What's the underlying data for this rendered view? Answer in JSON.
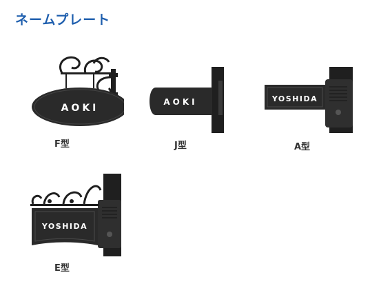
{
  "page": {
    "title": "ネームプレート"
  },
  "products": [
    {
      "caption": "F型",
      "plate_text": "AOKI"
    },
    {
      "caption": "J型",
      "plate_text": "AOKI"
    },
    {
      "caption": "A型",
      "plate_text": "YOSHIDA"
    },
    {
      "caption": "E型",
      "plate_text": "YOSHIDA"
    }
  ],
  "colors": {
    "title": "#1f5fae",
    "plate": "#2a2a2a",
    "plate_text": "#ffffff",
    "caption": "#333333"
  }
}
